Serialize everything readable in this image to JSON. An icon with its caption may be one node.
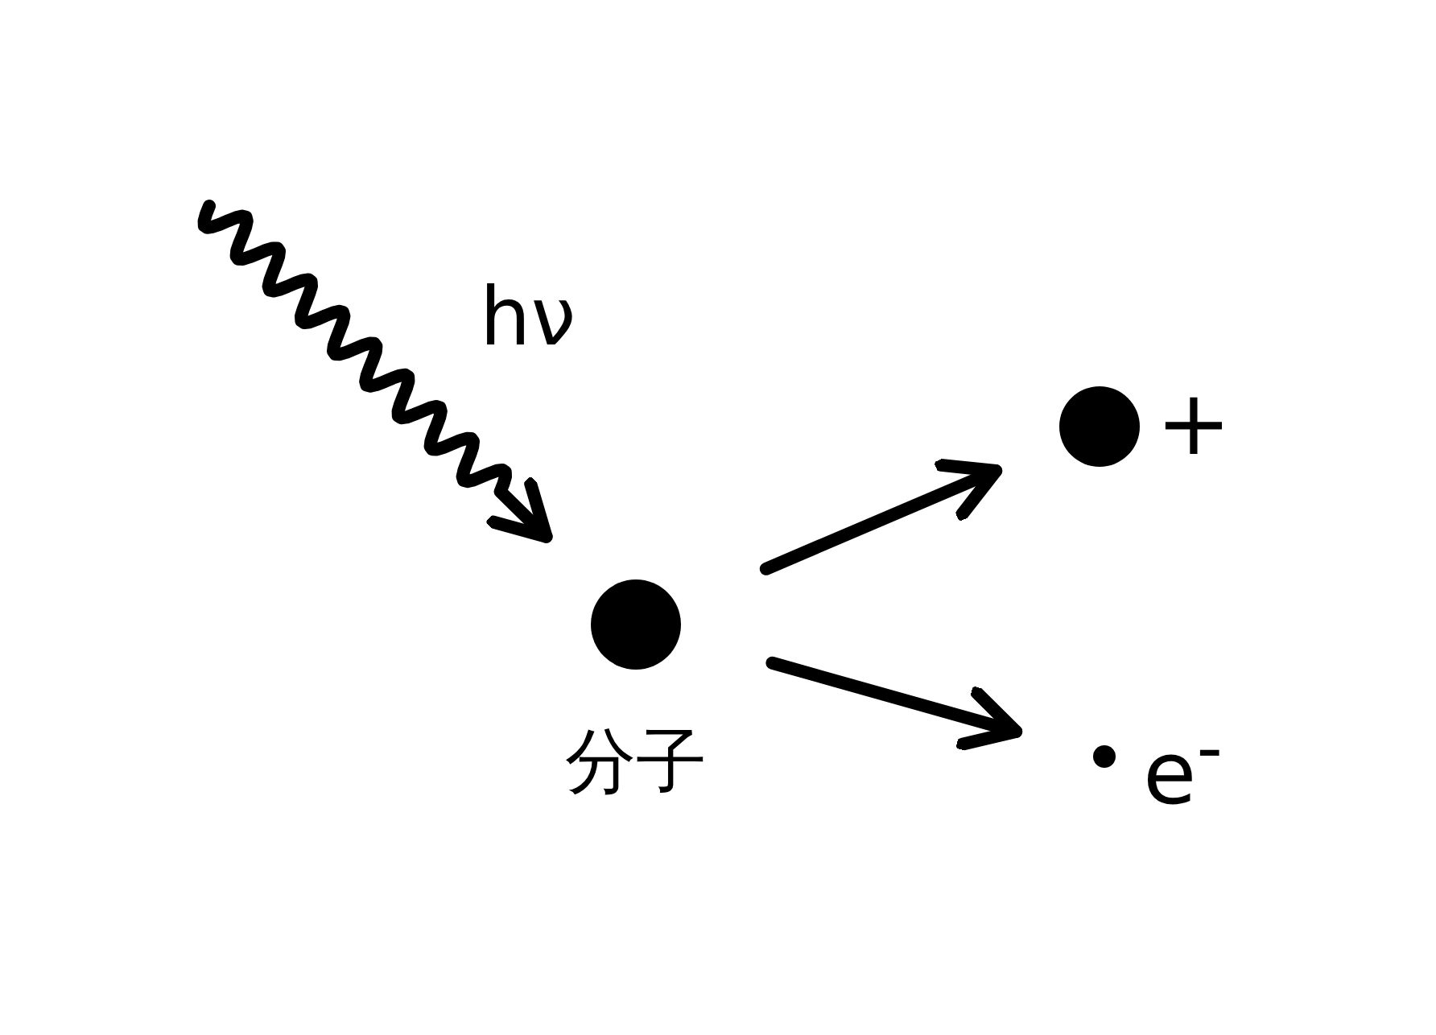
{
  "diagram": {
    "nodes": [
      {
        "text": [
          "分子"
        ]
      },
      {
        "text": [
          "+"
        ]
      },
      {
        "text": [
          "e$^{-}$"
        ]
      }
    ],
    "edges": [
      {
        "from": null,
        "to": 0,
        "arrow": "to",
        "label": "hν"
      },
      {
        "from": 0,
        "to": 1,
        "arrow": "to"
      },
      {
        "from": 0,
        "to": 2,
        "arrow": "to"
      }
    ]
  }
}
